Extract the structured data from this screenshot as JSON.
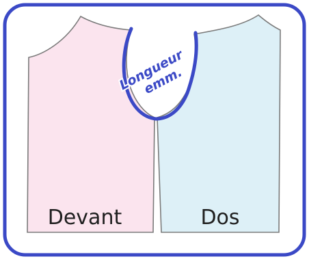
{
  "labels": {
    "front": "Devant",
    "back": "Dos",
    "armhole_line1": "Longueur",
    "armhole_line2": "emm."
  },
  "colors": {
    "frame": "#3b49c6",
    "front_fill": "#fbe4ee",
    "back_fill": "#ddf0f7",
    "outline": "#7a7a7a",
    "armhole": "#3b49c6",
    "label_text": "#1f1f1f",
    "armhole_text": "#3b49c6"
  }
}
